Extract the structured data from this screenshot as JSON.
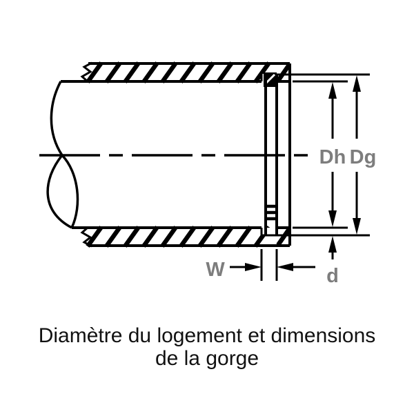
{
  "diagram": {
    "dimension_labels": {
      "housing_diameter": "Dh",
      "groove_diameter": "Dg",
      "groove_width": "W",
      "groove_depth": "d"
    },
    "caption": {
      "line1": "Diamètre du logement et dimensions",
      "line2": "de la gorge"
    },
    "colors": {
      "line": "#000000",
      "dimension_label": "#7d7d7d",
      "caption_text": "#111111",
      "background": "#ffffff"
    }
  }
}
